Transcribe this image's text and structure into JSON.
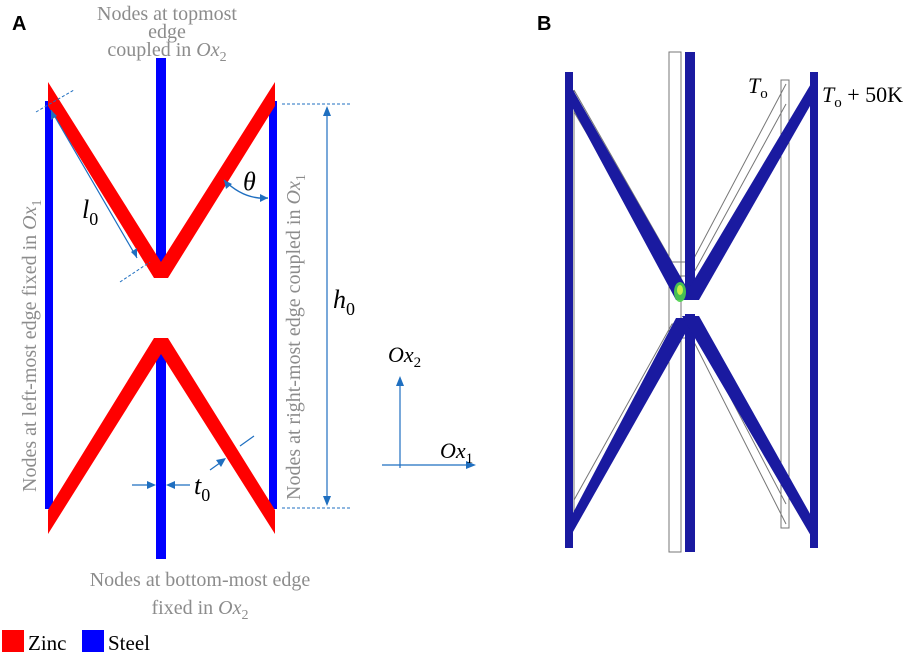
{
  "panel_a": {
    "label": "A",
    "top_note_line1": "Nodes at topmost",
    "top_note_line2_text": "edge",
    "top_note_line3_text": "coupled in ",
    "top_axis": "Ox",
    "top_axis_sub": "2",
    "left_note_text": "Nodes at left-most edge fixed in ",
    "left_axis": "Ox",
    "left_axis_sub": "1",
    "right_note_text": "Nodes at right-most edge coupled in ",
    "right_axis": "Ox",
    "right_axis_sub": "1",
    "bottom_note_line1": "Nodes at bottom-most edge",
    "bottom_note_line2_text": "fixed in ",
    "bottom_axis": "Ox",
    "bottom_axis_sub": "2",
    "theta_label": "θ",
    "l0_main": "l",
    "l0_sub": "0",
    "h0_main": "h",
    "h0_sub": "0",
    "t0_main": "t",
    "t0_sub": "0",
    "axis_ox2_main": "Ox",
    "axis_ox2_sub": "2",
    "axis_ox1_main": "Ox",
    "axis_ox1_sub": "1"
  },
  "panel_b": {
    "label": "B",
    "to_main": "T",
    "to_sub": "o",
    "to50_main": "T",
    "to50_sub": "o",
    "to50_suffix": " + 50K"
  },
  "legend": {
    "zinc_label": "Zinc",
    "steel_label": "Steel"
  },
  "colors": {
    "zinc": "#ff0000",
    "steel": "#0000ff",
    "deformed": "#1a1aa0",
    "note_gray": "#8c8c8c",
    "dim_blue": "#1f6fc0"
  }
}
